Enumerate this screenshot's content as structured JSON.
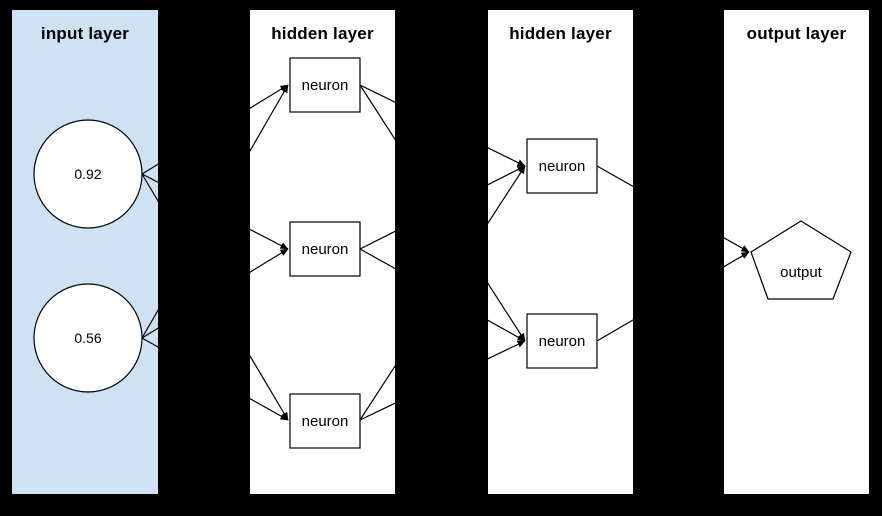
{
  "diagram": {
    "type": "neural-network",
    "panels": [
      {
        "id": "input",
        "title": "input layer",
        "bg": "#cfe2f3"
      },
      {
        "id": "hidden1",
        "title": "hidden layer",
        "bg": "#ffffff"
      },
      {
        "id": "hidden2",
        "title": "hidden layer",
        "bg": "#ffffff"
      },
      {
        "id": "output",
        "title": "output layer",
        "bg": "#ffffff"
      }
    ],
    "nodes": {
      "input1": {
        "label": "0.92",
        "shape": "circle",
        "layer": "input"
      },
      "input2": {
        "label": "0.56",
        "shape": "circle",
        "layer": "input"
      },
      "h1a": {
        "label": "neuron",
        "shape": "rectangle",
        "layer": "hidden1"
      },
      "h1b": {
        "label": "neuron",
        "shape": "rectangle",
        "layer": "hidden1"
      },
      "h1c": {
        "label": "neuron",
        "shape": "rectangle",
        "layer": "hidden1"
      },
      "h2a": {
        "label": "neuron",
        "shape": "rectangle",
        "layer": "hidden2"
      },
      "h2b": {
        "label": "neuron",
        "shape": "rectangle",
        "layer": "hidden2"
      },
      "out1": {
        "label": "output",
        "shape": "pentagon",
        "layer": "output"
      }
    },
    "edges": [
      {
        "from": "input1",
        "to": "h1a"
      },
      {
        "from": "input1",
        "to": "h1b"
      },
      {
        "from": "input1",
        "to": "h1c"
      },
      {
        "from": "input2",
        "to": "h1a"
      },
      {
        "from": "input2",
        "to": "h1b"
      },
      {
        "from": "input2",
        "to": "h1c"
      },
      {
        "from": "h1a",
        "to": "h2a"
      },
      {
        "from": "h1a",
        "to": "h2b"
      },
      {
        "from": "h1b",
        "to": "h2a"
      },
      {
        "from": "h1b",
        "to": "h2b"
      },
      {
        "from": "h1c",
        "to": "h2a"
      },
      {
        "from": "h1c",
        "to": "h2b"
      },
      {
        "from": "h2a",
        "to": "out1"
      },
      {
        "from": "h2b",
        "to": "out1"
      }
    ],
    "colors": {
      "canvasBackground": "#000000",
      "inputPanel": "#cfe2f3",
      "whitePanel": "#ffffff",
      "nodeFill": "#ffffff",
      "nodeStroke": "#000000",
      "edgeStroke": "#000000",
      "text": "#000000"
    }
  }
}
